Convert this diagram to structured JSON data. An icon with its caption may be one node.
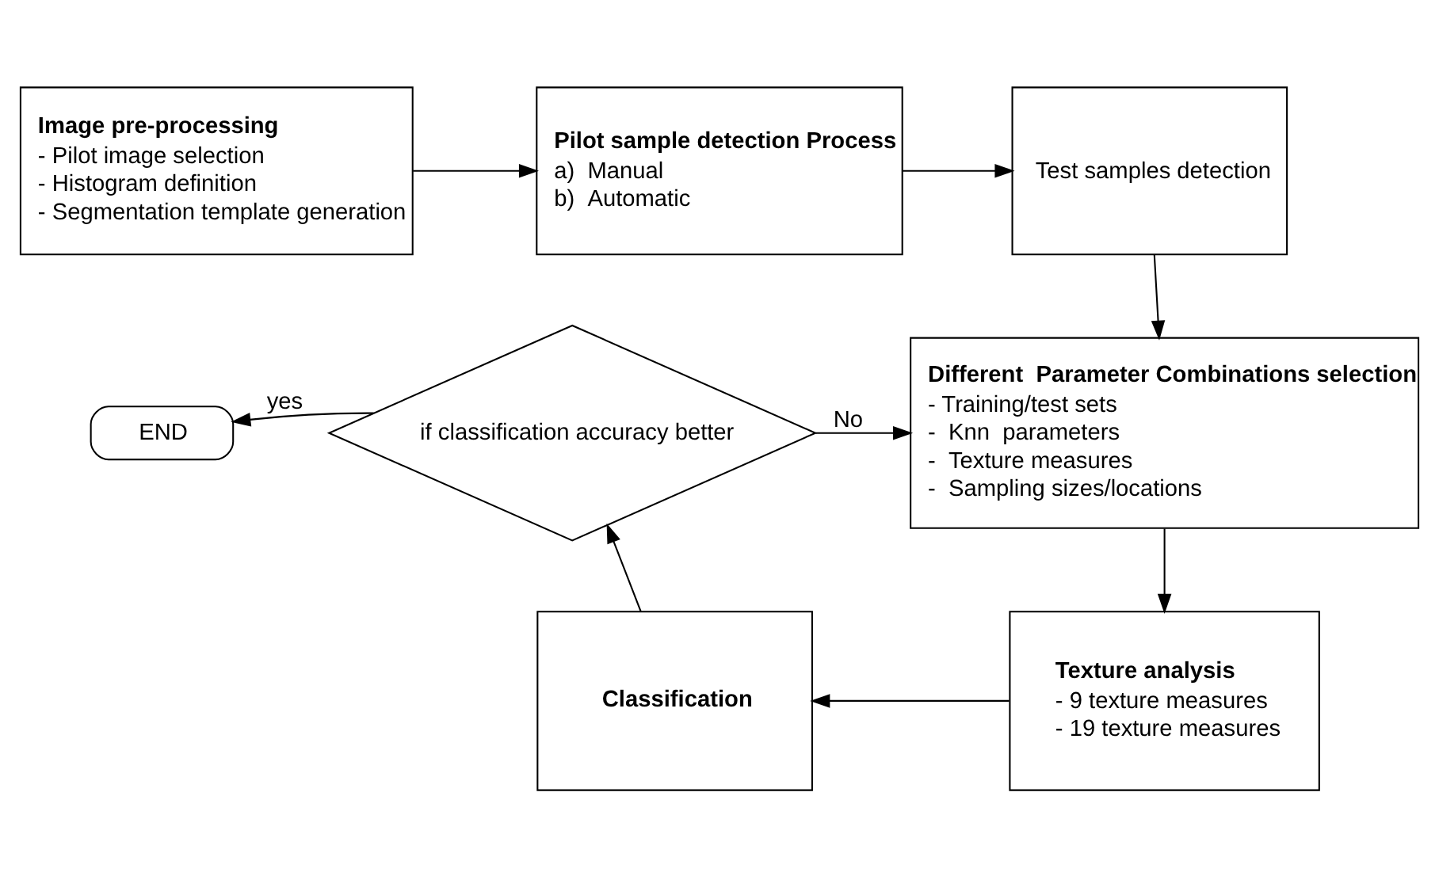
{
  "diagram": {
    "nodes": [
      {
        "text": [
          "Image pre-processing",
          "- Pilot image selection",
          "- Histogram definition",
          "- Segmentation template generation"
        ]
      },
      {
        "text": [
          "Pilot sample detection Process",
          "a)  Manual",
          "b)  Automatic"
        ]
      },
      {
        "text": [
          "Test samples detection"
        ]
      },
      {
        "text": [
          "Different  Parameter Combinations selection",
          "- Training/test sets",
          "-  Knn  parameters",
          "-  Texture measures",
          "-  Sampling sizes/locations"
        ]
      },
      {
        "text": [
          "Texture analysis",
          "- 9 texture measures",
          "- 19 texture measures"
        ]
      },
      {
        "text": [
          "Classification"
        ]
      },
      {
        "text": [
          "if classification accuracy better"
        ]
      },
      {
        "text": [
          "END"
        ]
      }
    ],
    "edges": [
      {
        "from": 0,
        "to": 1,
        "arrow": "to"
      },
      {
        "from": 1,
        "to": 2,
        "arrow": "to"
      },
      {
        "from": 2,
        "to": 3,
        "arrow": "to"
      },
      {
        "from": 3,
        "to": 4,
        "arrow": "to"
      },
      {
        "from": 4,
        "to": 5,
        "arrow": "to"
      },
      {
        "from": 5,
        "to": 6,
        "arrow": "to"
      },
      {
        "from": 6,
        "to": 7,
        "arrow": "to",
        "label": "yes"
      },
      {
        "from": 6,
        "to": 3,
        "arrow": "to",
        "label": "No"
      }
    ]
  }
}
